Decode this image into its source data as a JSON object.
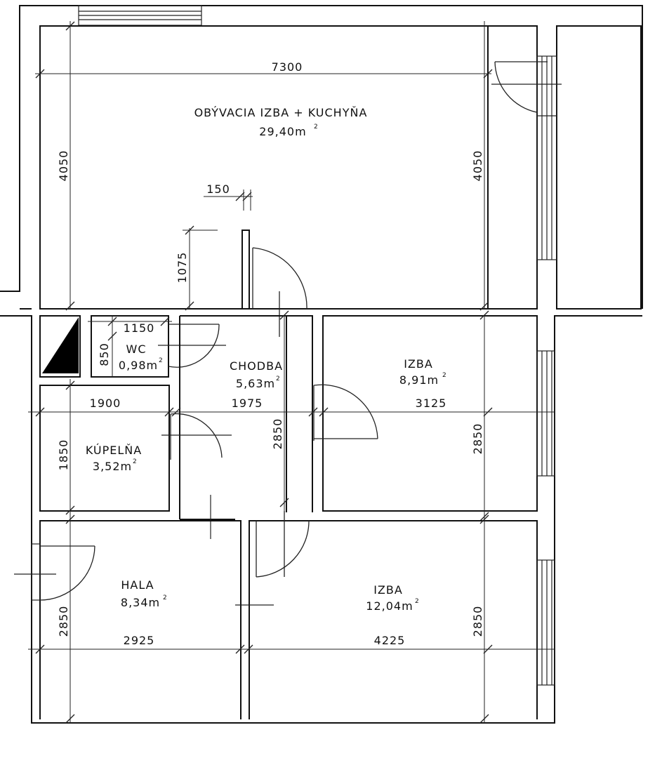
{
  "rooms": {
    "living": {
      "name": "OBÝVACIA IZBA + KUCHYŇA",
      "area": "29,40m",
      "sup": "2"
    },
    "wc": {
      "name": "WC",
      "area": "0,98m",
      "sup": "2"
    },
    "corridor": {
      "name": "CHODBA",
      "area": "5,63m",
      "sup": "2"
    },
    "room1": {
      "name": "IZBA",
      "area": "8,91m",
      "sup": "2"
    },
    "bath": {
      "name": "KÚPELŇA",
      "area": "3,52m",
      "sup": "2"
    },
    "hall": {
      "name": "HALA",
      "area": "8,34m",
      "sup": "2"
    },
    "room2": {
      "name": "IZBA",
      "area": "12,04m",
      "sup": "2"
    }
  },
  "dimensions": {
    "living_width": "7300",
    "living_height_left": "4050",
    "living_height_right": "4050",
    "partition_thickness": "150",
    "partition_length": "1075",
    "wc_width": "1150",
    "wc_height": "850",
    "bath_width": "1900",
    "corridor_width": "1975",
    "room1_width": "3125",
    "bath_height": "1850",
    "corridor_height": "2850",
    "room1_height": "2850",
    "hall_height": "2850",
    "hall_width": "2925",
    "room2_width": "4225",
    "room2_height": "2850"
  }
}
